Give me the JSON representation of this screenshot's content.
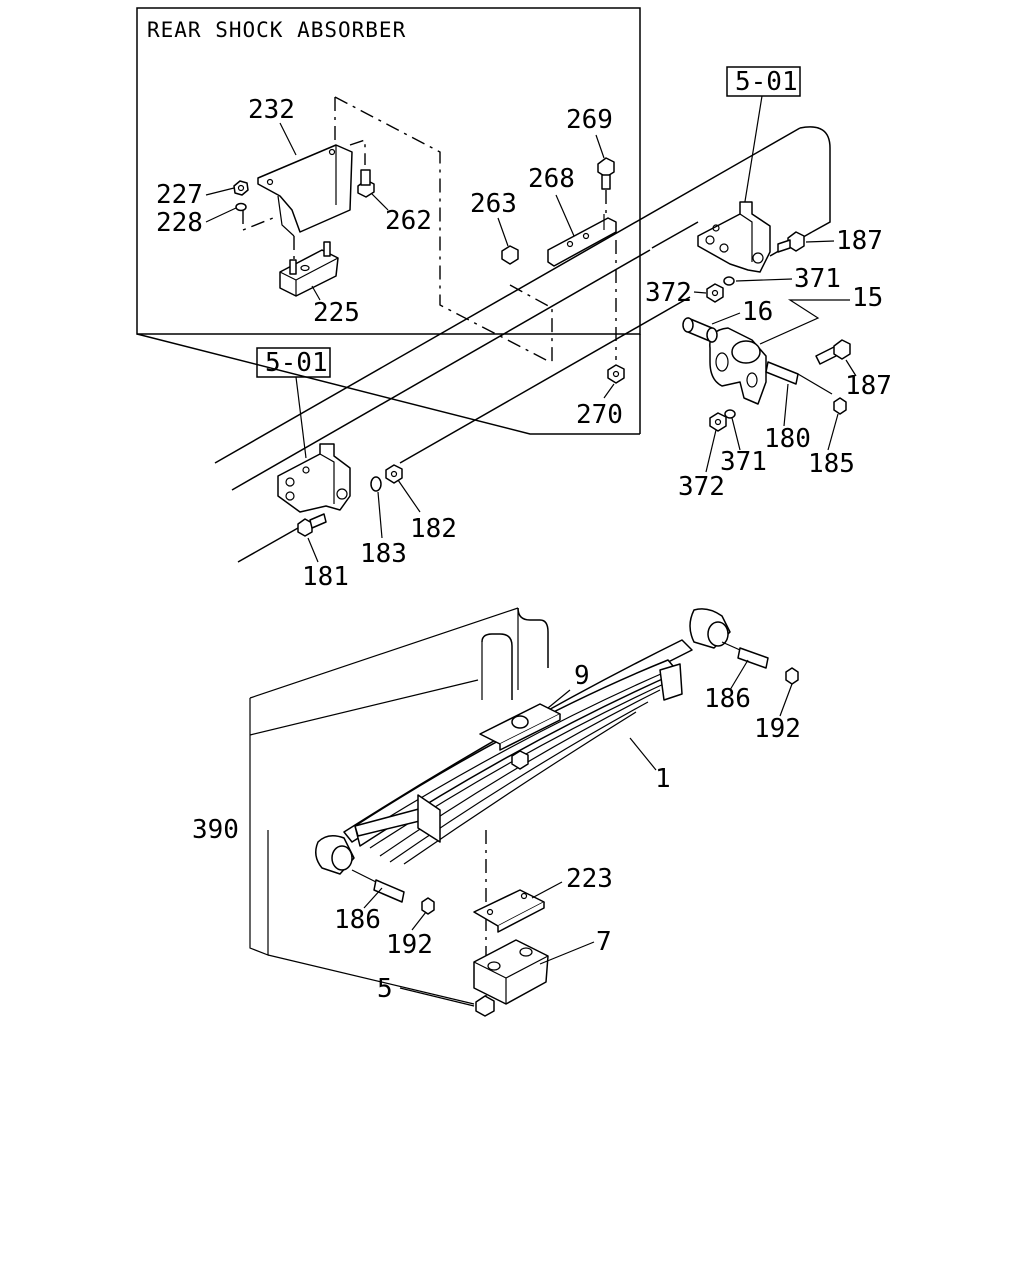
{
  "inset": {
    "title": "REAR SHOCK ABSORBER"
  },
  "refs": {
    "ref_top": "5-01",
    "ref_left": "5-01"
  },
  "labels": {
    "p232": "232",
    "p227": "227",
    "p228": "228",
    "p262": "262",
    "p225": "225",
    "p269": "269",
    "p268": "268",
    "p263": "263",
    "p270": "270",
    "p187a": "187",
    "p371a": "371",
    "p372a": "372",
    "p15": "15",
    "p16": "16",
    "p187b": "187",
    "p180": "180",
    "p185": "185",
    "p371b": "371",
    "p372b": "372",
    "p182": "182",
    "p183": "183",
    "p181": "181",
    "p9": "9",
    "p186a": "186",
    "p192a": "192",
    "p1": "1",
    "p390": "390",
    "p223": "223",
    "p186b": "186",
    "p192b": "192",
    "p7": "7",
    "p5": "5"
  }
}
